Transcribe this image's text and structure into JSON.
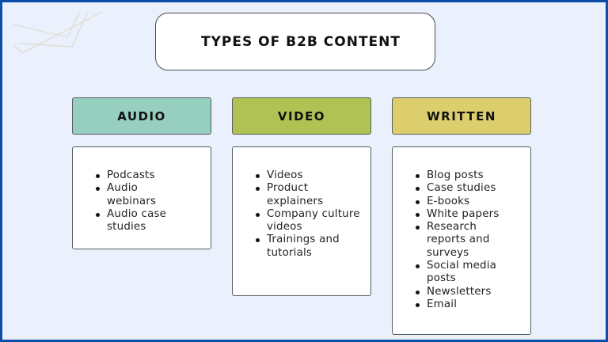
{
  "title": "TYPES OF B2B CONTENT",
  "colors": {
    "frame_border": "#0b4ea8",
    "background": "#eaf1fd",
    "audio": "#96cfbf",
    "video": "#b0c254",
    "written": "#dccd6d"
  },
  "categories": [
    {
      "label": "AUDIO",
      "items": [
        "Podcasts",
        "Audio webinars",
        "Audio case studies"
      ]
    },
    {
      "label": "VIDEO",
      "items": [
        "Videos",
        "Product explainers",
        "Company culture videos",
        "Trainings and tutorials"
      ]
    },
    {
      "label": "WRITTEN",
      "items": [
        "Blog posts",
        "Case studies",
        "E-books",
        "White papers",
        "Research reports and surveys",
        "Social media posts",
        "Newsletters",
        "Email"
      ]
    }
  ]
}
